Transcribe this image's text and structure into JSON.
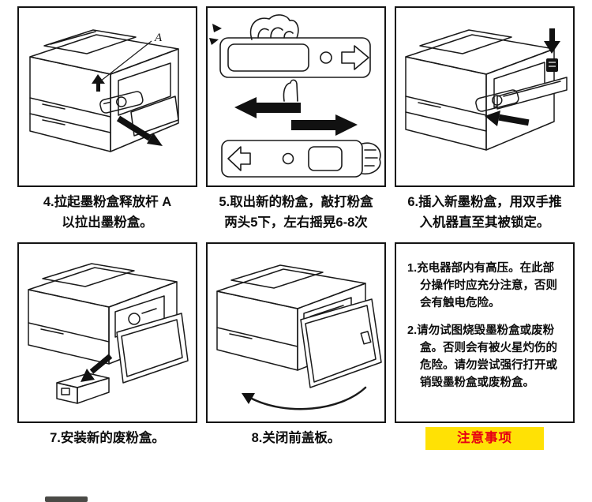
{
  "page": {
    "background": "#ffffff",
    "panel_border_color": "#141414"
  },
  "steps": [
    {
      "id": "step-4",
      "caption_lines": [
        "4.拉起墨粉盒释放杆 A",
        "以拉出墨粉盒。"
      ],
      "annotation": "A",
      "illustration": "copier-lift-release-lever-pull-out-toner"
    },
    {
      "id": "step-5",
      "caption_lines": [
        "5.取出新的粉盒，敲打粉盒",
        "两头5下，左右摇晃6-8次"
      ],
      "illustration": "tap-and-shake-new-toner-cartridge"
    },
    {
      "id": "step-6",
      "caption_lines": [
        "6.插入新墨粉盒，用双手推",
        "入机器直至其被锁定。"
      ],
      "illustration": "insert-new-toner-cartridge"
    },
    {
      "id": "step-7",
      "caption_lines": [
        "7.安装新的废粉盒。"
      ],
      "illustration": "install-new-waste-toner-box"
    },
    {
      "id": "step-8",
      "caption_lines": [
        "8.关闭前盖板。"
      ],
      "illustration": "close-front-cover"
    }
  ],
  "notes": {
    "items": [
      "1.充电器部内有高压。在此部分操作时应充分注意，否则会有触电危险。",
      "2.请勿试图烧毁墨粉盒或废粉盒。否则会有被火星灼伤的危险。请勿尝试强行打开或销毁墨粉盒或废粉盒。"
    ],
    "badge": "注意事项",
    "badge_bg": "#ffe105",
    "badge_color": "#e60012"
  }
}
